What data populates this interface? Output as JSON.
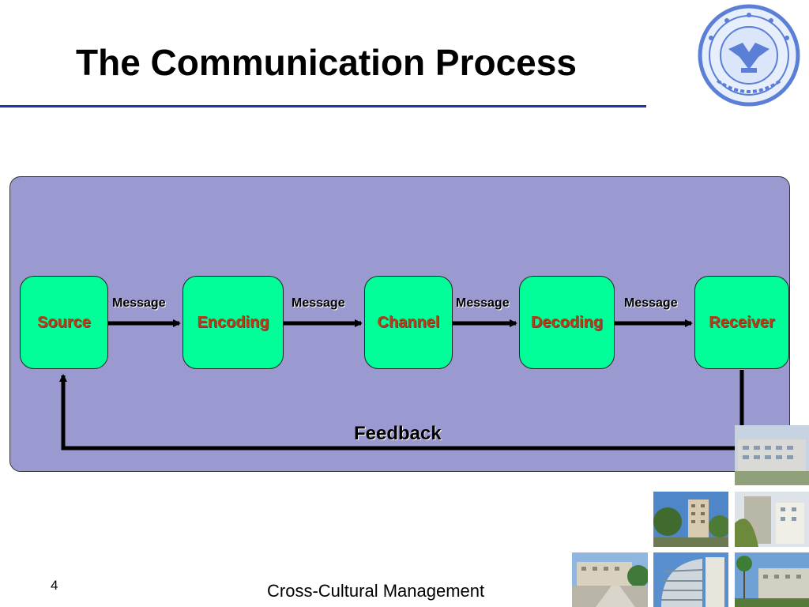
{
  "slide": {
    "title": "The Communication Process",
    "page_number": "4",
    "footer": "Cross-Cultural Management"
  },
  "diagram": {
    "nodes": [
      {
        "label": "Source"
      },
      {
        "label": "Encoding"
      },
      {
        "label": "Channel"
      },
      {
        "label": "Decoding"
      },
      {
        "label": "Receiver"
      }
    ],
    "edges": [
      {
        "label": "Message"
      },
      {
        "label": "Message"
      },
      {
        "label": "Message"
      },
      {
        "label": "Message"
      }
    ],
    "feedback_label": "Feedback"
  },
  "colors": {
    "title_rule": "#1f2fb8",
    "panel_fill": "#9a9ad0",
    "node_fill": "#00ff99",
    "node_text": "#c0390f",
    "seal": "#5b7fd6"
  },
  "icons": {
    "logo": "university-seal-icon"
  }
}
